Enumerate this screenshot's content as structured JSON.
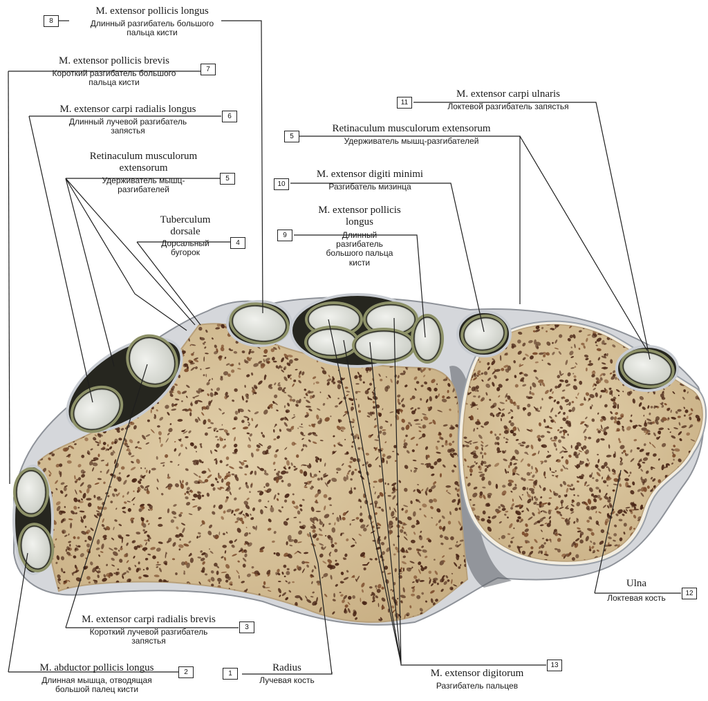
{
  "labels": {
    "l8": {
      "num": "8",
      "latin": "M. extensor pollicis longus",
      "russian": "Длинный разгибатель большого пальца кисти"
    },
    "l7": {
      "num": "7",
      "latin": "M. extensor pollicis brevis",
      "russian": "Короткий разгибатель большого пальца кисти"
    },
    "l6": {
      "num": "6",
      "latin": "M. extensor carpi radialis longus",
      "russian": "Длинный лучевой разгибатель запястья"
    },
    "l5a": {
      "num": "5",
      "latin": "Retinaculum musculorum extensorum",
      "russian": "Удерживатель мышц-разгибателей"
    },
    "l4": {
      "num": "4",
      "latin": "Tuberculum dorsale",
      "russian": "Дорсальный бугорок"
    },
    "l11": {
      "num": "11",
      "latin": "M. extensor carpi ulnaris",
      "russian": "Локтевой разгибатель запястья"
    },
    "l5b": {
      "num": "5",
      "latin": "Retinaculum musculorum extensorum",
      "russian": "Удерживатель мышц-разгибателей"
    },
    "l10": {
      "num": "10",
      "latin": "M. extensor digiti minimi",
      "russian": "Разгибатель мизинца"
    },
    "l9": {
      "num": "9",
      "latin": "M. extensor pollicis longus",
      "russian": "Длинный разгибатель большого пальца кисти"
    },
    "l3": {
      "num": "3",
      "latin": "M. extensor carpi radialis brevis",
      "russian": "Короткий лучевой разгибатель запястья"
    },
    "l2": {
      "num": "2",
      "latin": "M. abductor pollicis longus",
      "russian": "Длинная мышца, отводящая большой палец кисти"
    },
    "l1": {
      "num": "1",
      "latin": "Radius",
      "russian": "Лучевая кость"
    },
    "l13": {
      "num": "13",
      "latin": "M. extensor digitorum",
      "russian": "Разгибатель пальцев"
    },
    "l12": {
      "num": "12",
      "latin": "Ulna",
      "russian": "Локтевая кость"
    }
  },
  "colors": {
    "bone": "#dcc8a2",
    "bone_edge": "#b8a07a",
    "pore": "#4a2a1a",
    "tendon": "#dfe1dc",
    "sheath": "#8a8f66",
    "sheath_dark": "#2a2a22",
    "soft_tissue": "#c9ccd0"
  }
}
